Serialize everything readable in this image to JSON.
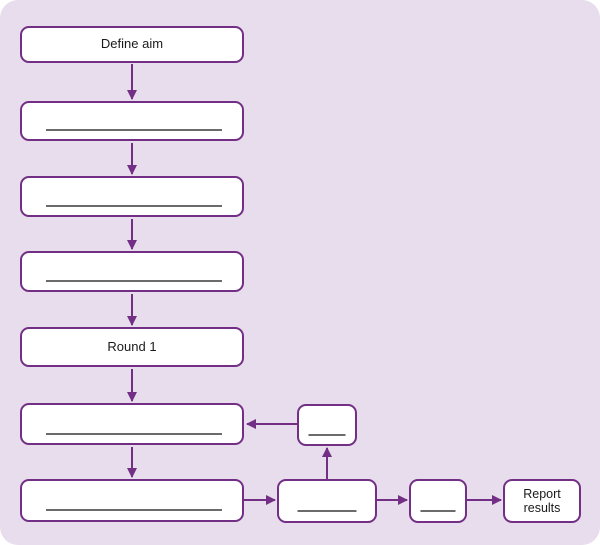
{
  "colors": {
    "page_background": "#ffffff",
    "panel_background": "#e8ddec",
    "node_fill": "#ffffff",
    "node_border": "#722f85",
    "arrow": "#722f85",
    "blank_line": "#6b6b6b",
    "text": "#1a1a1a"
  },
  "flowchart": {
    "nodes": {
      "define_aim": {
        "label": "Define aim",
        "type": "labeled"
      },
      "step_2": {
        "label": "",
        "type": "blank"
      },
      "step_3": {
        "label": "",
        "type": "blank"
      },
      "step_4": {
        "label": "",
        "type": "blank"
      },
      "round_1": {
        "label": "Round 1",
        "type": "labeled"
      },
      "step_6": {
        "label": "",
        "type": "blank"
      },
      "step_7": {
        "label": "",
        "type": "blank"
      },
      "feedback_box": {
        "label": "",
        "type": "blank"
      },
      "step_8": {
        "label": "",
        "type": "blank"
      },
      "step_9": {
        "label": "",
        "type": "blank"
      },
      "report_results": {
        "label": "Report results",
        "type": "labeled"
      }
    }
  }
}
